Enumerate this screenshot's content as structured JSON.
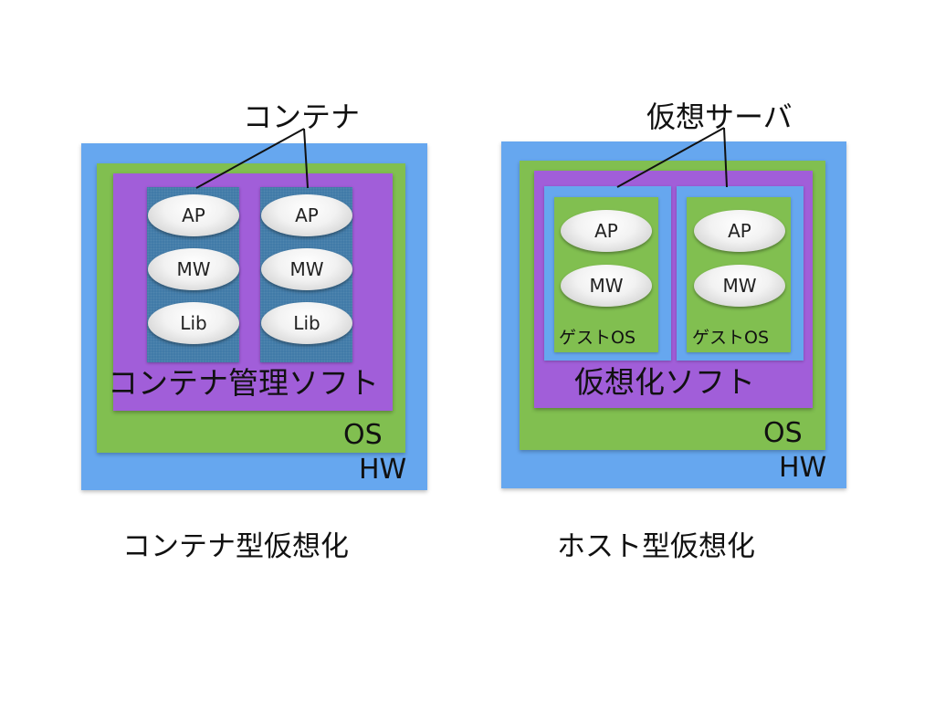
{
  "left": {
    "callout": "コンテナ",
    "containers": [
      {
        "items": [
          "AP",
          "MW",
          "Lib"
        ]
      },
      {
        "items": [
          "AP",
          "MW",
          "Lib"
        ]
      }
    ],
    "manager_label": "コンテナ管理ソフト",
    "os_label": "OS",
    "hw_label": "HW",
    "caption": "コンテナ型仮想化"
  },
  "right": {
    "callout": "仮想サーバ",
    "vms": [
      {
        "items": [
          "AP",
          "MW"
        ],
        "guest_os": "ゲストOS"
      },
      {
        "items": [
          "AP",
          "MW"
        ],
        "guest_os": "ゲストOS"
      }
    ],
    "virtualization_label": "仮想化ソフト",
    "os_label": "OS",
    "hw_label": "HW",
    "caption": "ホスト型仮想化"
  },
  "colors": {
    "hw": "#66a7ef",
    "os": "#81bf50",
    "manager": "#a15ed9",
    "container": "#3d78a6"
  }
}
